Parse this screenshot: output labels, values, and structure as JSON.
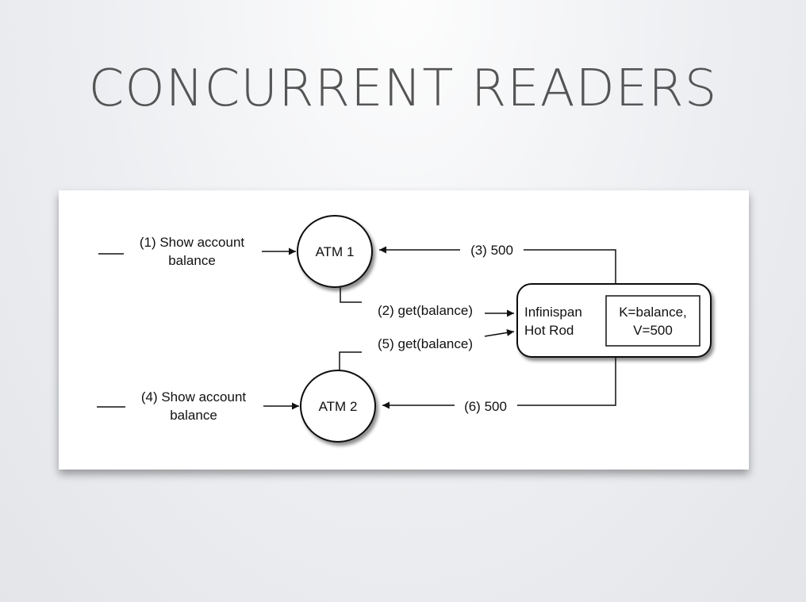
{
  "slide": {
    "title": "CONCURRENT READERS"
  },
  "diagram": {
    "nodes": {
      "atm1": "ATM 1",
      "atm2": "ATM 2",
      "server_line1": "Infinispan",
      "server_line2": "Hot Rod",
      "store_line1": "K=balance,",
      "store_line2": "V=500"
    },
    "edges": {
      "step1_line1": "(1) Show account",
      "step1_line2": "balance",
      "step2": "(2) get(balance)",
      "step3": "(3) 500",
      "step4_line1": "(4) Show account",
      "step4_line2": "balance",
      "step5": "(5) get(balance)",
      "step6": "(6) 500"
    }
  }
}
